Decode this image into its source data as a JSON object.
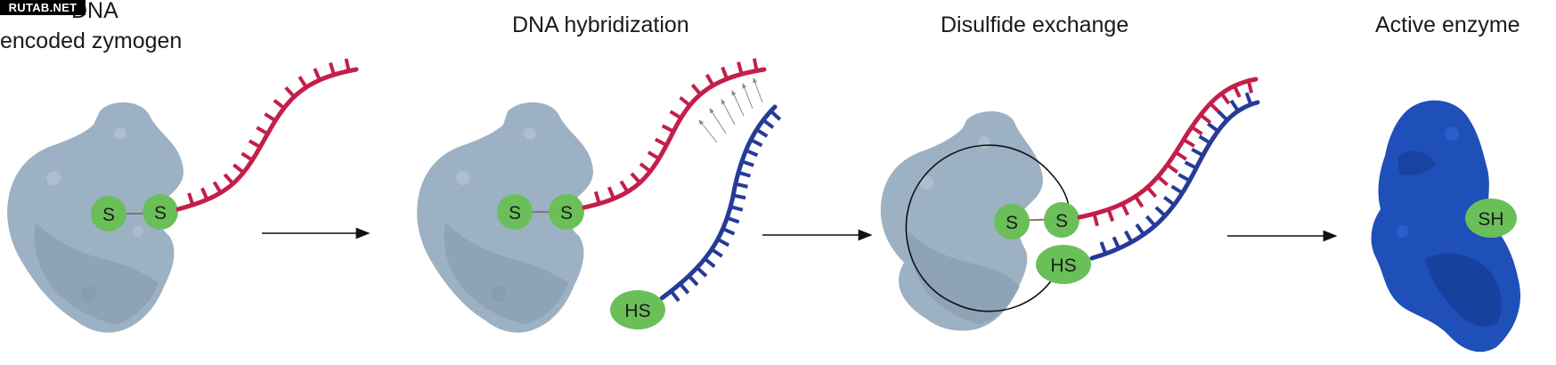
{
  "watermark": "RUTAB.NET",
  "stages": [
    {
      "title_line1": "DNA",
      "title_line2": "encoded zymogen"
    },
    {
      "title": "DNA hybridization"
    },
    {
      "title": "Disulfide exchange"
    },
    {
      "title": "Active enzyme"
    }
  ],
  "labels": {
    "s": "S",
    "hs": "HS",
    "sh": "SH"
  },
  "colors": {
    "zymogen": "#9db1c4",
    "zymogen_shadow": "#8197ac",
    "enzyme": "#1f4fb8",
    "enzyme_shadow": "#163c91",
    "strand_red": "#c41e4a",
    "strand_blue": "#253c96",
    "thiol": "#6abf59",
    "arrow": "#111111"
  }
}
